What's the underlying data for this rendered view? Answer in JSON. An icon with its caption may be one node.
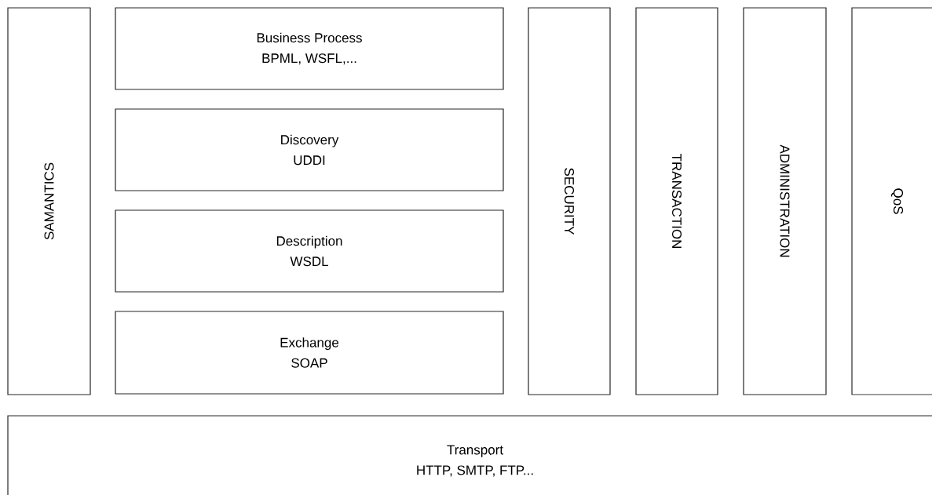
{
  "diagram": {
    "nodes": [
      {
        "text": [
          "SAMANTICS"
        ]
      },
      {
        "text": [
          "Business Process",
          "BPML, WSFL,..."
        ]
      },
      {
        "text": [
          "Discovery",
          "UDDI"
        ]
      },
      {
        "text": [
          "Description",
          "WSDL"
        ]
      },
      {
        "text": [
          "Exchange",
          "SOAP"
        ]
      },
      {
        "text": [
          "SECURITY"
        ]
      },
      {
        "text": [
          "TRANSACTION"
        ]
      },
      {
        "text": [
          "ADMINISTRATION"
        ]
      },
      {
        "text": [
          "QoS"
        ]
      },
      {
        "text": [
          "Transport",
          "HTTP, SMTP, FTP..."
        ]
      }
    ]
  }
}
